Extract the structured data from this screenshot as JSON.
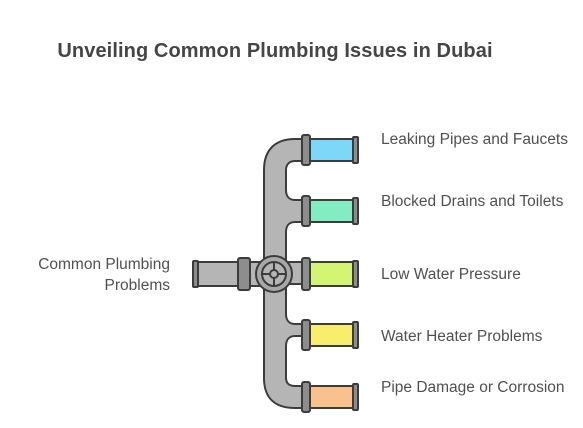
{
  "title": "Unveiling Common Plumbing Issues in Dubai",
  "root": {
    "label": "Common Plumbing Problems"
  },
  "branches": [
    {
      "label": "Leaking Pipes and Faucets",
      "color": "#7dd8f7"
    },
    {
      "label": "Blocked Drains and Toilets",
      "color": "#82ecc2"
    },
    {
      "label": "Low Water Pressure",
      "color": "#d4f573"
    },
    {
      "label": "Water Heater Problems",
      "color": "#f9ee6b"
    },
    {
      "label": "Pipe Damage or Corrosion",
      "color": "#f9c28d"
    }
  ],
  "colors": {
    "pipe": "#b5b5b5",
    "pipe_stroke": "#3c3c3c",
    "connector": "#8d8d8d",
    "valve_wheel": "#a8a8a8"
  },
  "icons": {
    "valve": "valve-wheel-icon"
  }
}
